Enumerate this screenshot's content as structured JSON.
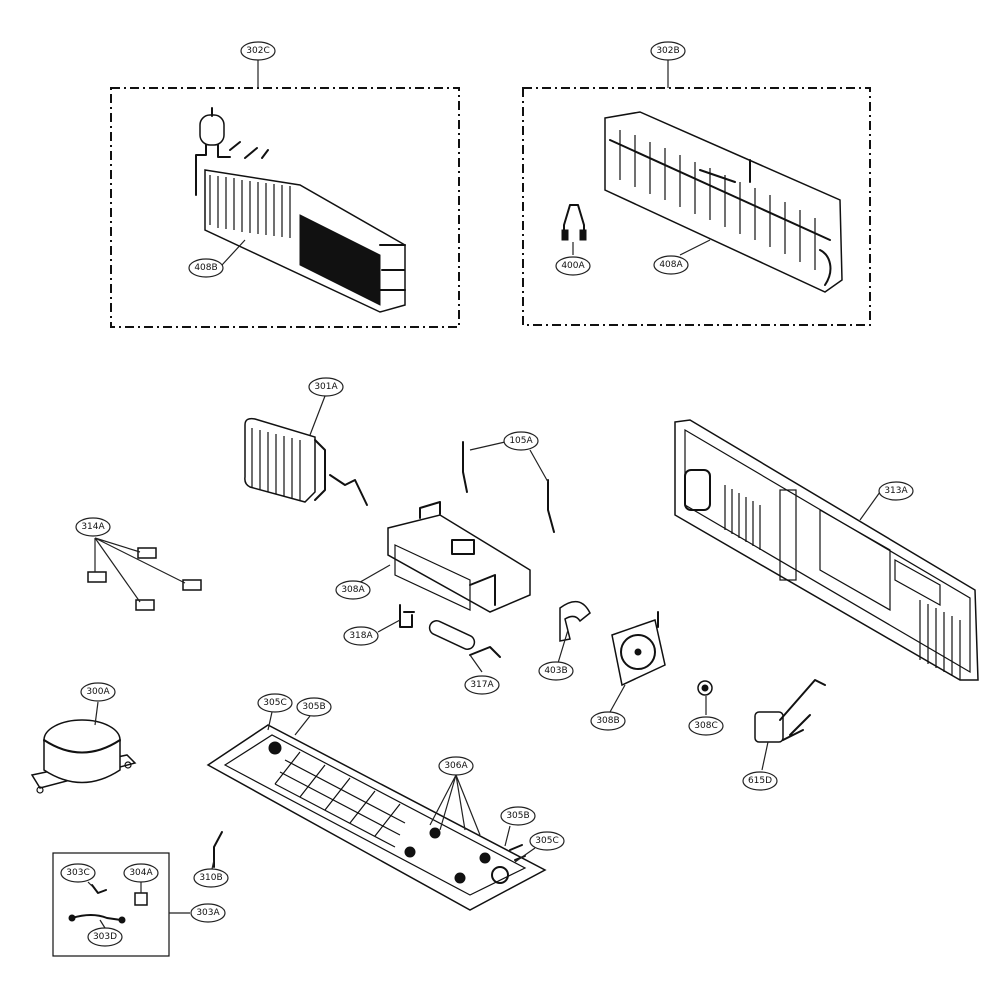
{
  "labels": [
    {
      "id": "302C",
      "text": "302C"
    },
    {
      "id": "302B",
      "text": "302B"
    },
    {
      "id": "408B",
      "text": "408B"
    },
    {
      "id": "400A",
      "text": "400A"
    },
    {
      "id": "408A",
      "text": "408A"
    },
    {
      "id": "301A",
      "text": "301A"
    },
    {
      "id": "105A",
      "text": "105A"
    },
    {
      "id": "313A",
      "text": "313A"
    },
    {
      "id": "314A",
      "text": "314A"
    },
    {
      "id": "308A",
      "text": "308A"
    },
    {
      "id": "318A",
      "text": "318A"
    },
    {
      "id": "317A",
      "text": "317A"
    },
    {
      "id": "403B",
      "text": "403B"
    },
    {
      "id": "308B",
      "text": "308B"
    },
    {
      "id": "308C",
      "text": "308C"
    },
    {
      "id": "615D",
      "text": "615D"
    },
    {
      "id": "300A",
      "text": "300A"
    },
    {
      "id": "305C-top",
      "text": "305C"
    },
    {
      "id": "305B-top",
      "text": "305B"
    },
    {
      "id": "306A",
      "text": "306A"
    },
    {
      "id": "305B-bottom",
      "text": "305B"
    },
    {
      "id": "305C-bottom",
      "text": "305C"
    },
    {
      "id": "310B",
      "text": "310B"
    },
    {
      "id": "303C",
      "text": "303C"
    },
    {
      "id": "304A",
      "text": "304A"
    },
    {
      "id": "303A",
      "text": "303A"
    },
    {
      "id": "303D",
      "text": "303D"
    }
  ],
  "colors": {
    "line": "#111111",
    "background": "#ffffff"
  }
}
